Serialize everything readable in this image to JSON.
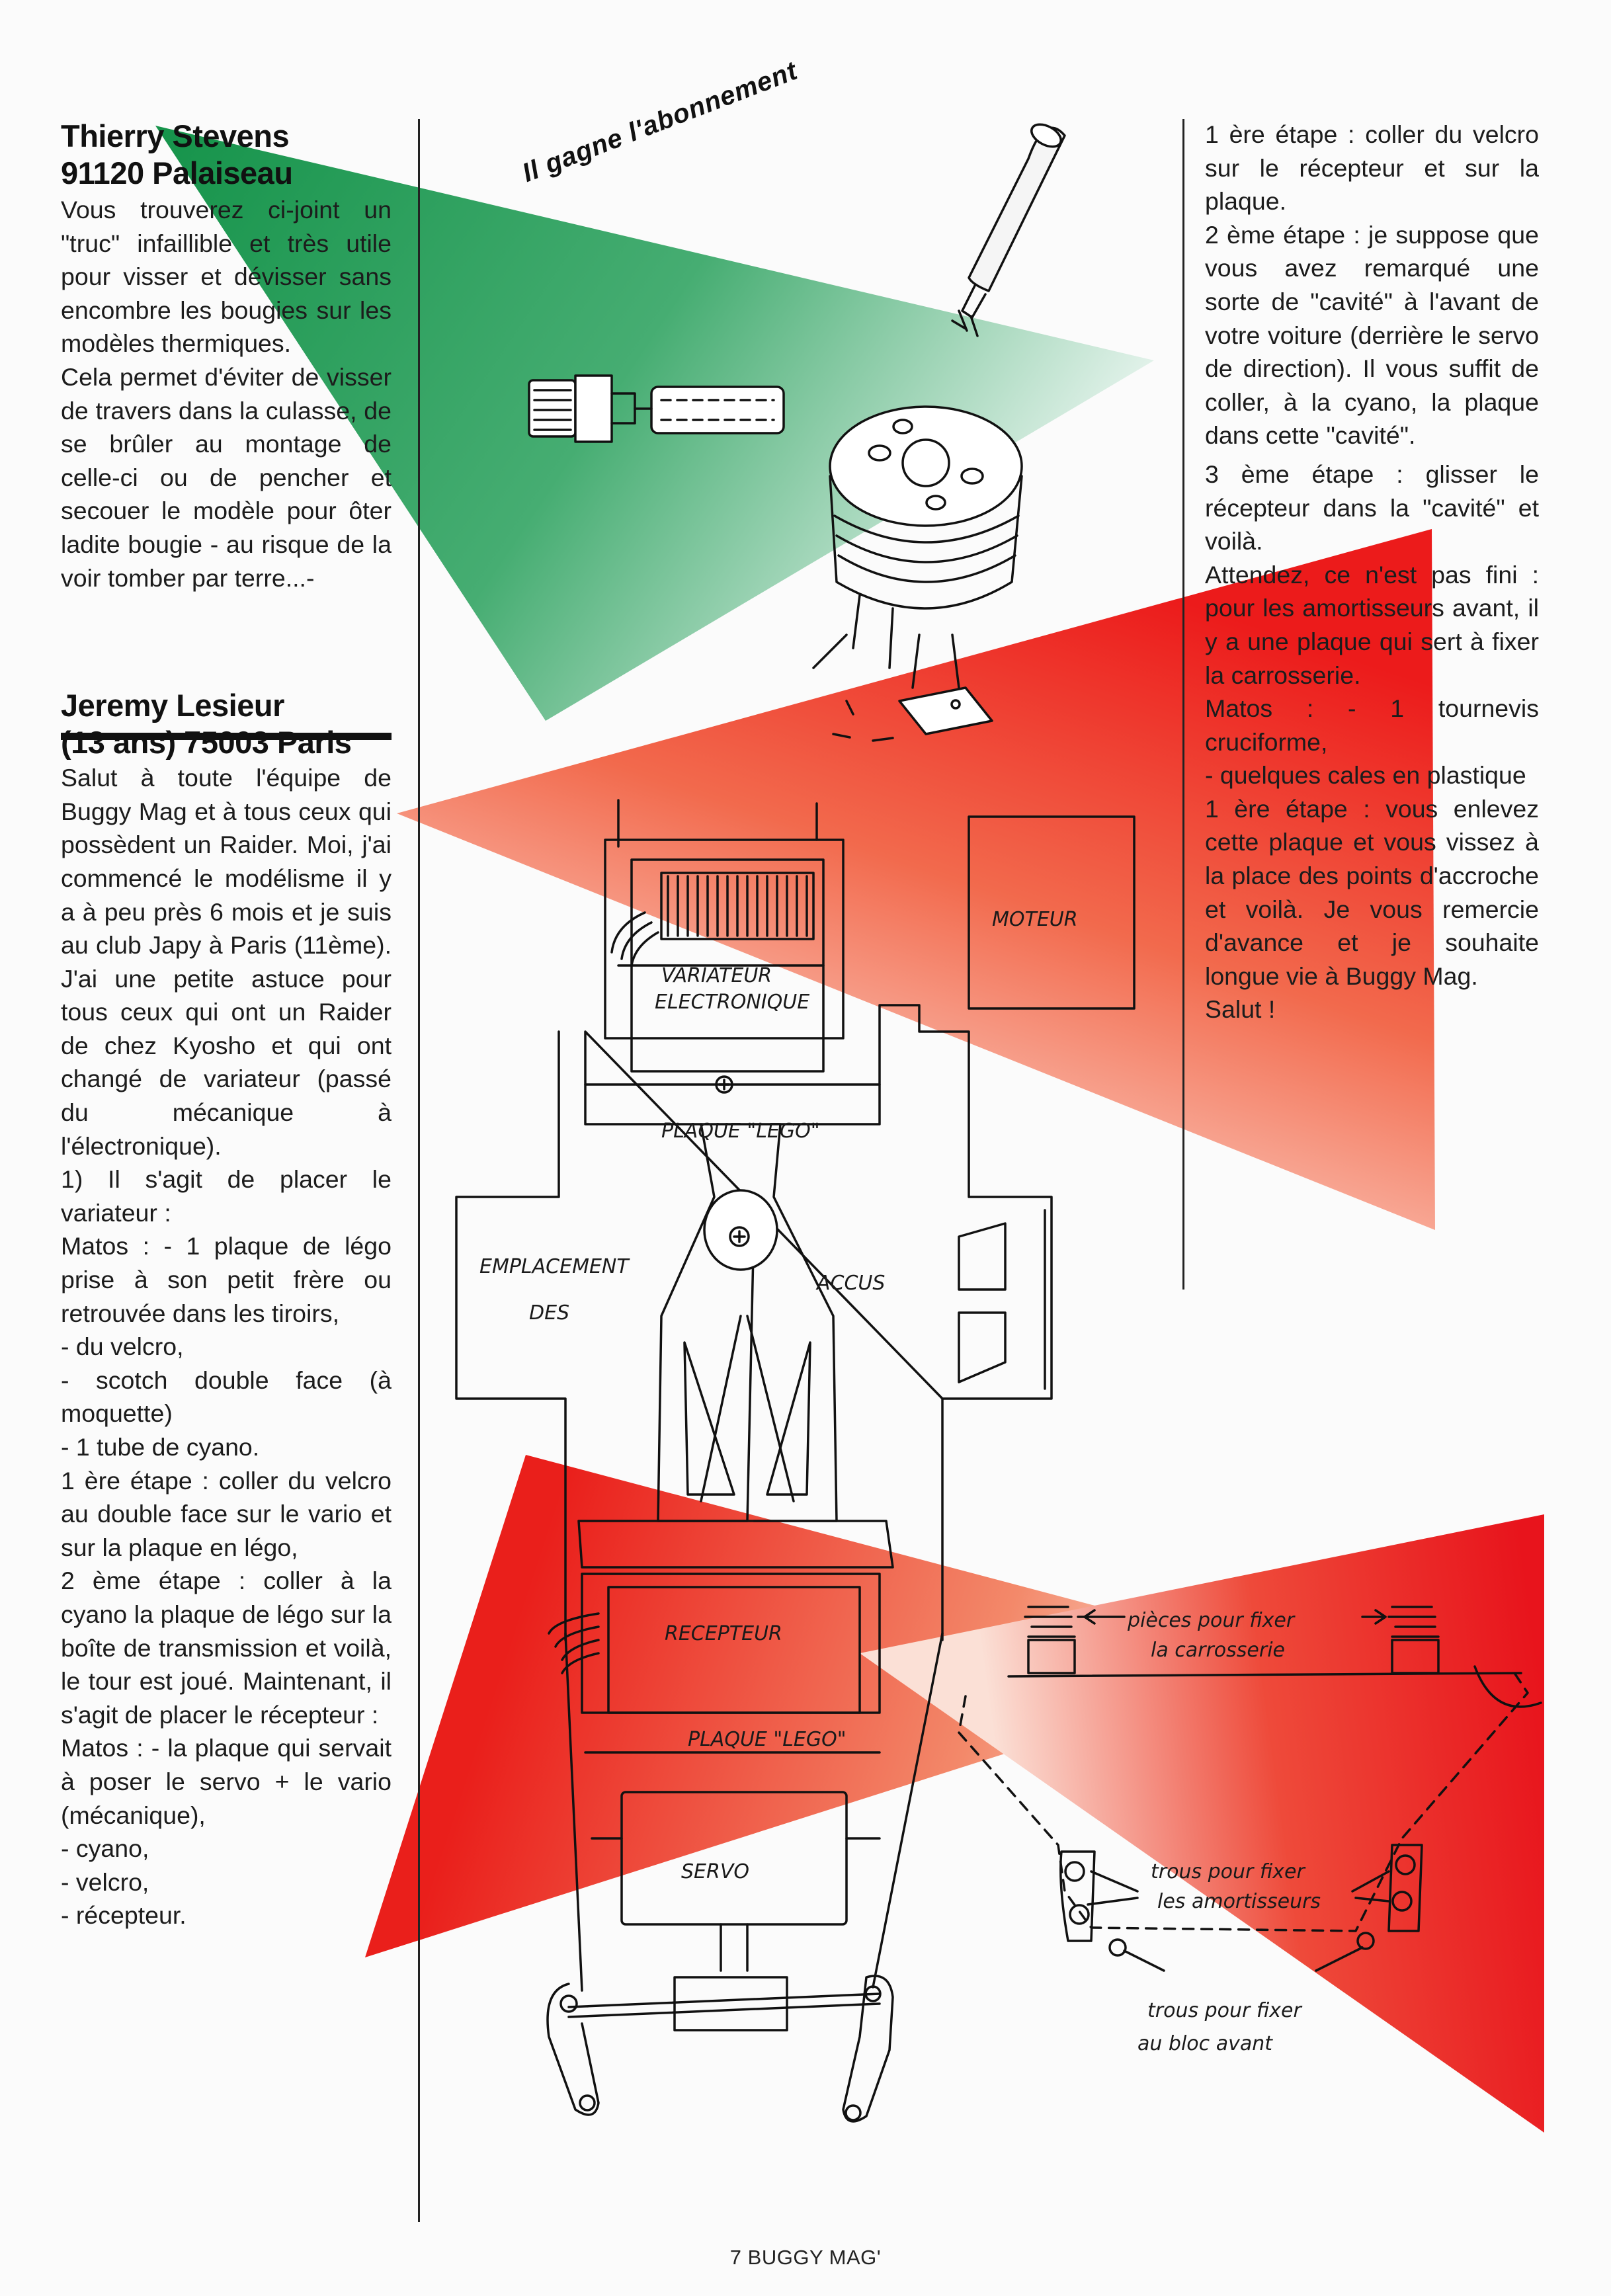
{
  "page": {
    "footer": "7 BUGGY MAG'",
    "colors": {
      "green": "#1f9a52",
      "red": "#e8141c",
      "orange": "#f47a4a",
      "ink": "#111111"
    }
  },
  "article1": {
    "name_line1": "Thierry Stevens",
    "name_line2": "91120 Palaiseau",
    "badge": "Il gagne l'abonnement",
    "body": "Vous trouverez ci-joint un \"truc\" infaillible et très utile pour visser et dévisser sans encombre les bougies sur les modèles thermiques.\nCela permet d'éviter de visser de travers dans la culasse, de se brûler au montage de celle-ci ou de pencher et secouer le modèle pour ôter ladite bougie - au risque de la voir tomber par terre...-"
  },
  "article2": {
    "name_line1": "Jeremy Lesieur",
    "name_line2": "(13 ans) 75003 Paris",
    "left_paragraphs": [
      "Salut à toute l'équipe de Buggy Mag et à tous ceux qui possèdent un Raider. Moi, j'ai commencé le modélisme il y a à peu près 6 mois et je suis au club Japy à Paris (11ème). J'ai une petite astuce pour tous ceux qui ont un Raider de chez Kyosho et qui ont changé de variateur (passé du mécanique à l'électronique).",
      "1) Il s'agit de placer le variateur :",
      "Matos : - 1 plaque de légo prise à son petit frère ou retrouvée dans les tiroirs,",
      "- du velcro,",
      "- scotch double face (à moquette)",
      "- 1 tube de cyano.",
      "1 ère étape : coller du velcro au double face sur le vario et sur la plaque en légo,",
      "2 ème étape : coller à la cyano la plaque de légo sur la boîte de transmission et voilà, le tour est joué. Maintenant, il s'agit de placer le récepteur :",
      "Matos : - la plaque qui servait à poser le servo + le vario (mécanique),",
      "- cyano,",
      "- velcro,",
      "- récepteur."
    ],
    "right_paragraphs": [
      "1 ère étape : coller du velcro sur le récepteur et sur la plaque.",
      "2 ème étape : je suppose que vous avez remarqué une sorte de \"cavité\" à l'avant de votre voiture (derrière le servo de direction). Il vous suffit de coller, à la cyano, la plaque dans cette \"cavité\".",
      "3 ème étape : glisser le récepteur dans la \"cavité\" et voilà.",
      "Attendez, ce n'est pas fini : pour les amortisseurs avant, il y a une plaque qui sert à fixer la carrosserie.",
      "Matos : - 1 tournevis cruciforme,",
      "- quelques cales en plastique",
      "1 ère étape : vous enlevez cette plaque et vous vissez à la place des points d'accroche et voilà. Je vous remercie d'avance et je souhaite longue vie à Buggy Mag.",
      "Salut !"
    ]
  },
  "sketch": {
    "moteur": "MOTEUR",
    "variateur_1": "VARIATEUR",
    "variateur_2": "ELECTRONIQUE",
    "plaque_lego_top": "PLAQUE \"LEGO\"",
    "emplacement_1": "EMPLACEMENT",
    "emplacement_2": "DES",
    "accus": "ACCUS",
    "recepteur": "RECEPTEUR",
    "plaque_lego_bottom": "PLAQUE \"LEGO\"",
    "servo": "SERVO",
    "pieces_1": "pièces pour fixer",
    "pieces_2": "la carrosserie",
    "trous_amort_1": "trous pour fixer",
    "trous_amort_2": "les amortisseurs",
    "trous_bloc_1": "trous pour fixer",
    "trous_bloc_2": "au bloc avant"
  }
}
